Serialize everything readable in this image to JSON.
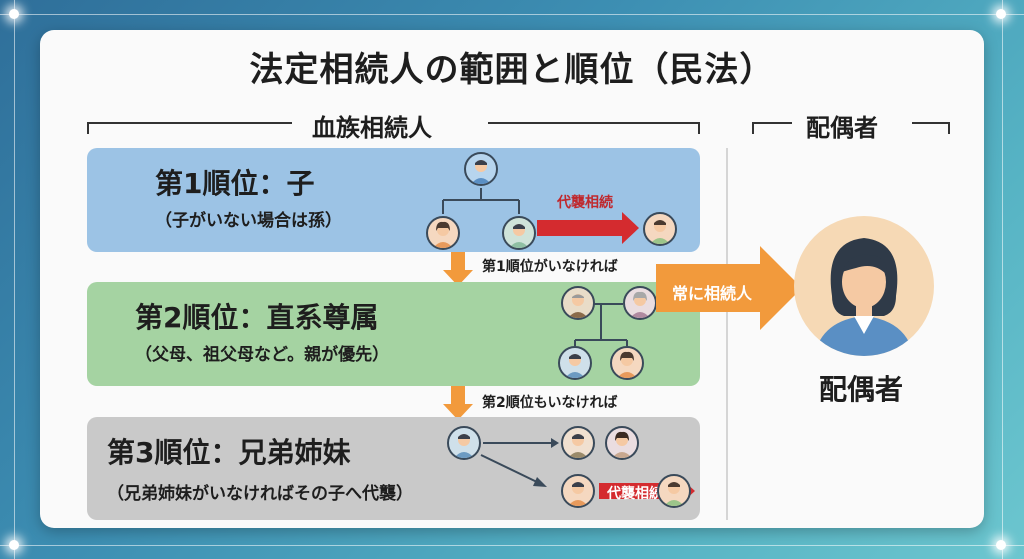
{
  "title": "法定相続人の範囲と順位（民法）",
  "blood_heading": "血族相続人",
  "spouse_heading": "配偶者",
  "ranks": [
    {
      "title": "第1順位：子",
      "sub": "（子がいない場合は孫）"
    },
    {
      "title": "第2順位：直系尊属",
      "sub": "（父母、祖父母など。親が優先）"
    },
    {
      "title": "第3順位：兄弟姉妹",
      "sub": "（兄弟姉妹がいなければその子へ代襲）"
    }
  ],
  "transitions": [
    "第1順位がいなければ",
    "第2順位もいなければ"
  ],
  "representation_label": "代襲相続",
  "always_label": "常に相続人",
  "spouse_label": "配偶者",
  "colors": {
    "rank1_bg": "#9cc3e5",
    "rank2_bg": "#a5d3a2",
    "rank3_bg": "#c9c9c9",
    "orange_arrow": "#f29a3c",
    "red_arrow": "#d42b2f"
  },
  "icons": [
    "person-icon",
    "down-arrow-icon",
    "right-arrow-icon",
    "spouse-avatar-icon"
  ]
}
